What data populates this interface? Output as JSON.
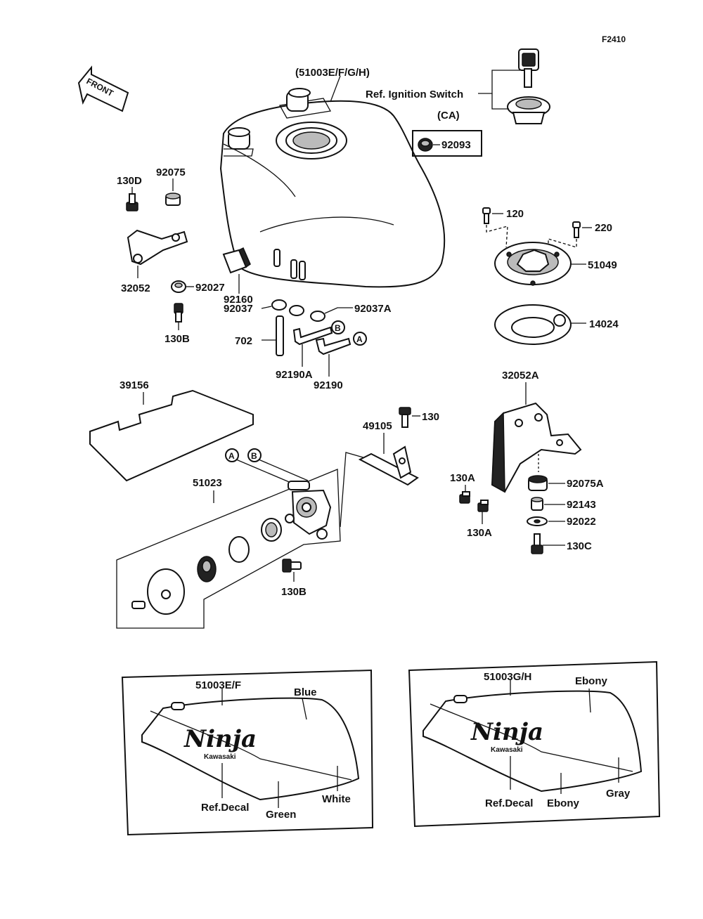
{
  "diagram_id": "F2410",
  "front_label": "FRONT",
  "labels": {
    "tank": "(51003E/F/G/H)",
    "ignition": "Ref. Ignition Switch",
    "ca": "(CA)",
    "p92093": "92093",
    "p130D": "130D",
    "p92075": "92075",
    "p32052": "32052",
    "p92027": "92027",
    "p130B_top": "130B",
    "p92160": "92160",
    "p92037": "92037",
    "p92037A": "92037A",
    "p702": "702",
    "p92190A": "92190A",
    "p92190": "92190",
    "p120": "120",
    "p220": "220",
    "p51049": "51049",
    "p14024": "14024",
    "p39156": "39156",
    "p51023": "51023",
    "p49105": "49105",
    "p130": "130",
    "p32052A": "32052A",
    "p130A_1": "130A",
    "p130A_2": "130A",
    "p92075A": "92075A",
    "p92143": "92143",
    "p92022": "92022",
    "p130C": "130C",
    "p130B_bot": "130B",
    "circle_A": "A",
    "circle_B": "B"
  },
  "variants": [
    {
      "model": "51003E/F",
      "logo": "Ninja",
      "brand": "Kawasaki",
      "colors": [
        "Blue",
        "White",
        "Green"
      ],
      "decal": "Ref.Decal"
    },
    {
      "model": "51003G/H",
      "logo": "Ninja",
      "brand": "Kawasaki",
      "colors": [
        "Ebony",
        "Gray",
        "Ebony"
      ],
      "decal": "Ref.Decal"
    }
  ]
}
